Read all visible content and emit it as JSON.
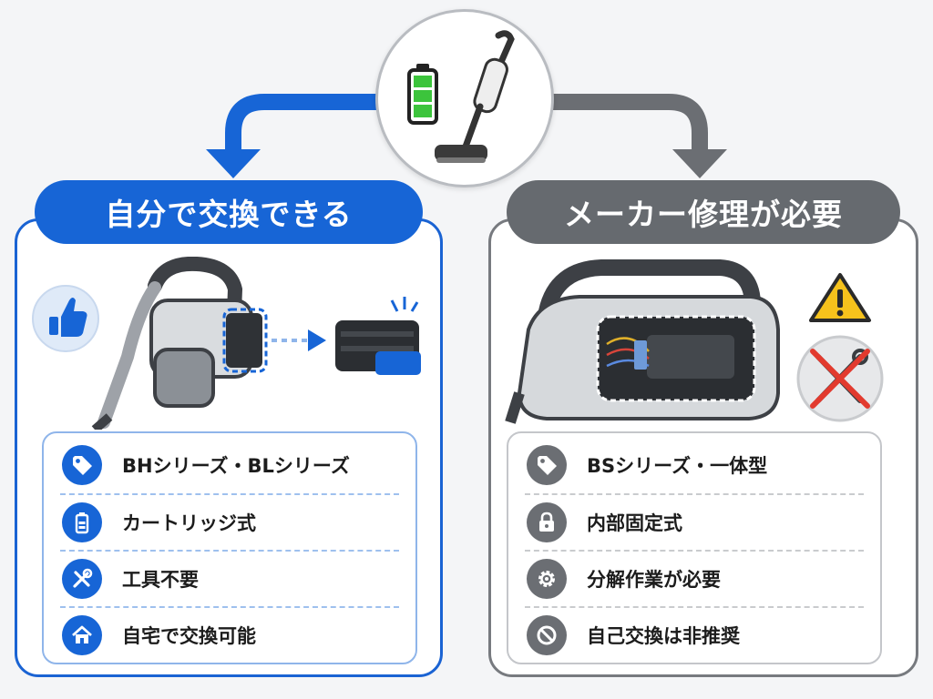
{
  "left": {
    "title": "自分で交換できる",
    "items": [
      {
        "label": "BHシリーズ・BLシリーズ",
        "icon": "tag-icon"
      },
      {
        "label": "カートリッジ式",
        "icon": "battery-icon"
      },
      {
        "label": "工具不要",
        "icon": "tools-icon"
      },
      {
        "label": "自宅で交換可能",
        "icon": "home-icon"
      }
    ]
  },
  "right": {
    "title": "メーカー修理が必要",
    "items": [
      {
        "label": "BSシリーズ・一体型",
        "icon": "tag-icon"
      },
      {
        "label": "内部固定式",
        "icon": "lock-icon"
      },
      {
        "label": "分解作業が必要",
        "icon": "gear-icon"
      },
      {
        "label": "自己交換は非推奨",
        "icon": "prohibited-icon"
      }
    ]
  },
  "colors": {
    "blue": "#1765d6",
    "gray": "#666a6f",
    "battery_green": "#3cc43c",
    "warning_yellow": "#f6c21c",
    "prohibit_red": "#e23a2e"
  }
}
